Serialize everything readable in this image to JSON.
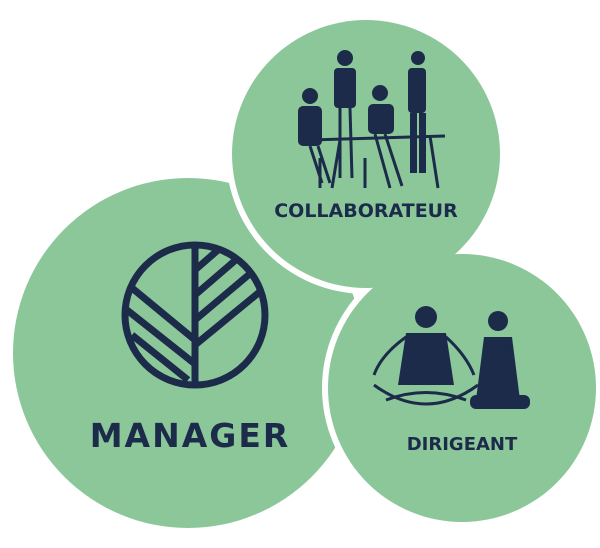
{
  "colors": {
    "circle_fill": "#8cc79a",
    "ink": "#1c2b4a",
    "background": "#ffffff"
  },
  "nodes": {
    "manager": {
      "label": "MANAGER",
      "icon": "leaf-emblem-icon"
    },
    "collaborateur": {
      "label": "COLLABORATEUR",
      "icon": "team-meeting-illustration"
    },
    "dirigeant": {
      "label": "DIRIGEANT",
      "icon": "meditating-leaders-illustration"
    }
  }
}
